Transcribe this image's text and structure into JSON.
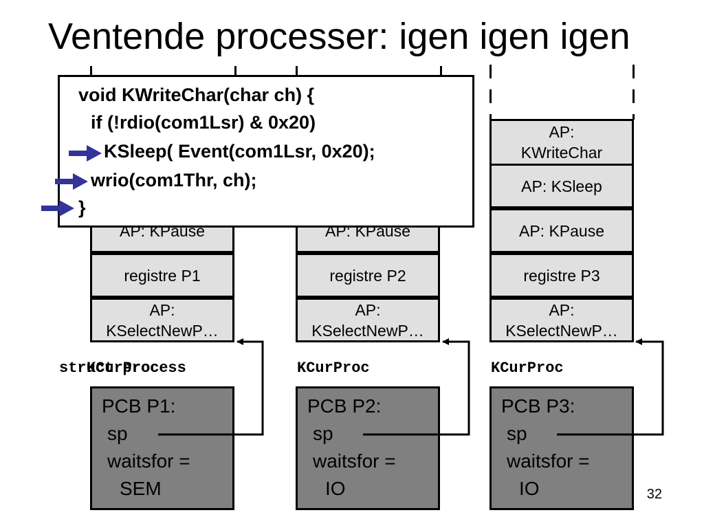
{
  "title": "Ventende processer: igen igen igen",
  "page_number": "32",
  "code": {
    "line1": "void KWriteChar(char ch) {",
    "line2": "if (!rdio(com1Lsr) & 0x20)",
    "line3": "KSleep( Event(com1Lsr, 0x20);",
    "line4": "wrio(com1Thr, ch);",
    "line5": "}"
  },
  "stacks": [
    {
      "label": "KCurProc",
      "overlap_label": "struct process",
      "kpause": "AP: KPause",
      "registre": "registre P1",
      "select_ap": "AP:",
      "select_fn": "KSelectNewP…",
      "pcb": {
        "title": "PCB P1:",
        "sp": "sp",
        "waitsfor": "waitsfor =",
        "value": "SEM"
      }
    },
    {
      "label": "KCurProc",
      "kpause": "AP: KPause",
      "registre": "registre P2",
      "select_ap": "AP:",
      "select_fn": "KSelectNewP…",
      "pcb": {
        "title": "PCB P2:",
        "sp": "sp",
        "waitsfor": "waitsfor =",
        "value": "IO"
      }
    },
    {
      "label": "KCurProc",
      "writechar_ap": "AP:",
      "writechar_fn": "KWriteChar",
      "ksleep": "AP: KSleep",
      "kpause": "AP: KPause",
      "registre": "registre P3",
      "select_ap": "AP:",
      "select_fn": "KSelectNewP…",
      "pcb": {
        "title": "PCB P3:",
        "sp": "sp",
        "waitsfor": "waitsfor =",
        "value": "IO"
      }
    }
  ],
  "colors": {
    "box_fill": "#e0e0e0",
    "pcb_fill": "#808080",
    "arrow": "#333399"
  }
}
